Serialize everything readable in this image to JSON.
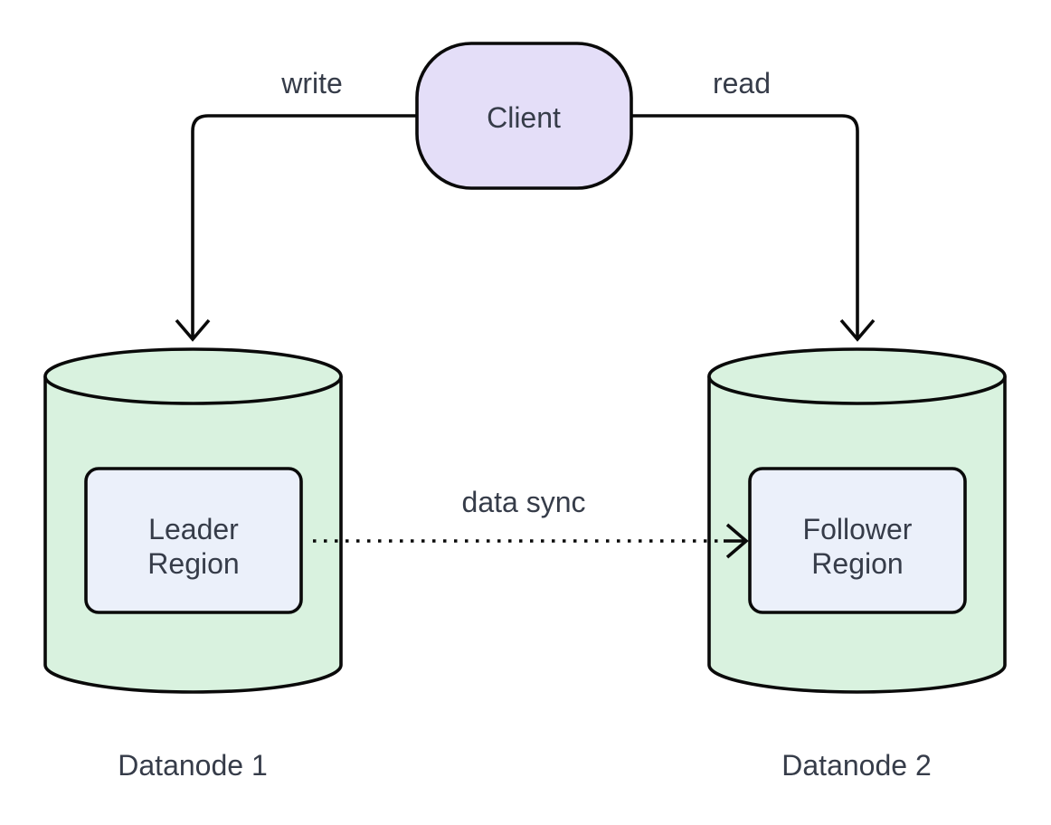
{
  "diagram": {
    "background": "#FFFFFF",
    "stroke_color": "#0A0A0A",
    "text_color": "#363C49",
    "nodes": {
      "client": {
        "label": "Client",
        "shape": "rounded-oval",
        "fill": "#E4DEF8"
      },
      "datanode1": {
        "label": "Datanode 1",
        "shape": "cylinder",
        "fill": "#D9F2DF"
      },
      "datanode2": {
        "label": "Datanode 2",
        "shape": "cylinder",
        "fill": "#D9F2DF"
      },
      "leader_region": {
        "label": "Leader Region",
        "lines": [
          "Leader",
          "Region"
        ],
        "shape": "rounded-rect",
        "fill": "#EBF0FA"
      },
      "follower_region": {
        "label": "Follower Region",
        "lines": [
          "Follower",
          "Region"
        ],
        "shape": "rounded-rect",
        "fill": "#EBF0FA"
      }
    },
    "edges": [
      {
        "from": "Client",
        "to": "Datanode 1",
        "label": "write",
        "style": "solid"
      },
      {
        "from": "Client",
        "to": "Datanode 2",
        "label": "read",
        "style": "solid"
      },
      {
        "from": "Leader Region",
        "to": "Follower Region",
        "label": "data sync",
        "style": "dotted"
      }
    ]
  }
}
